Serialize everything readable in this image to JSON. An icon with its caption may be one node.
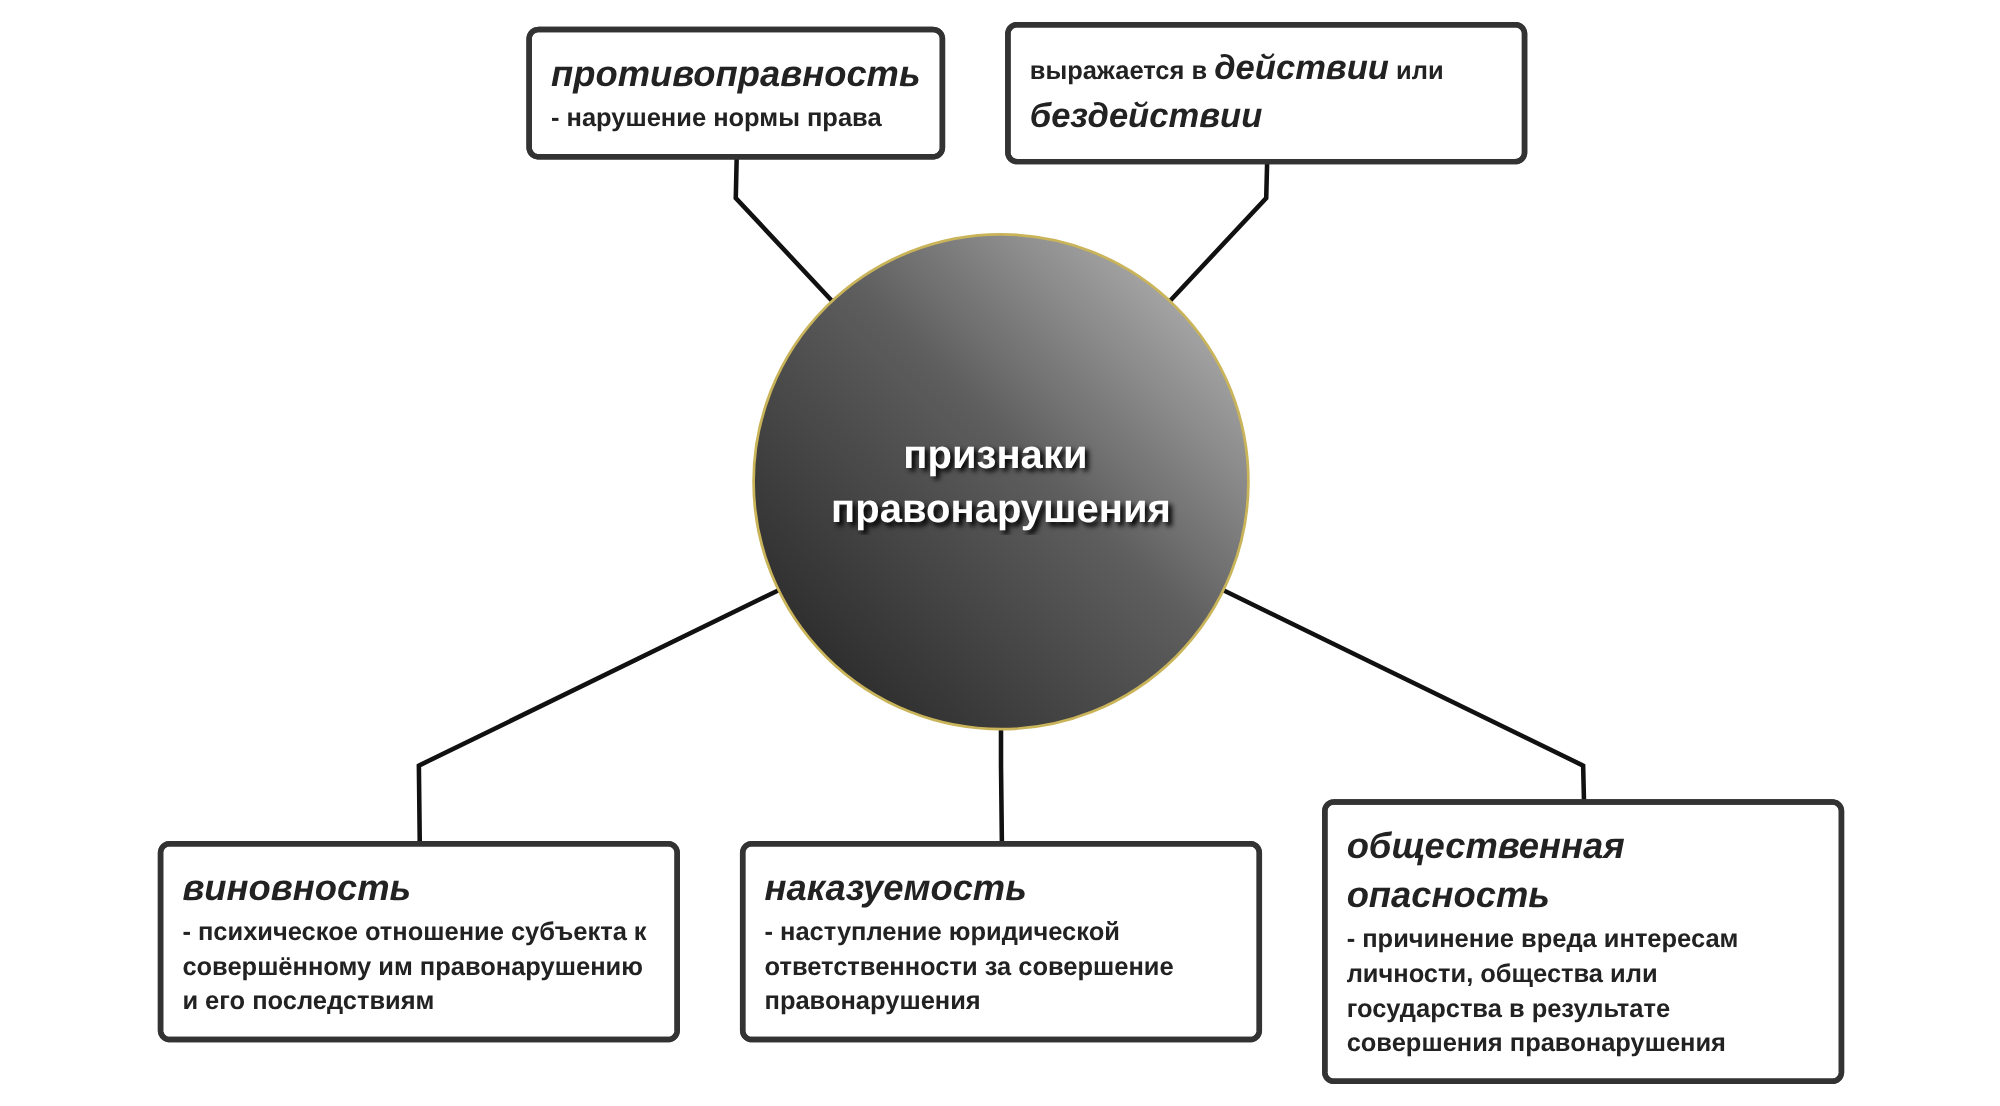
{
  "diagram": {
    "nodes": [
      {
        "text": [
          "противоправность",
          "- нарушение нормы права"
        ]
      },
      {
        "text": [
          "выражается в *действии* или *бездействии*"
        ]
      },
      {
        "text": [
          "признаки правонарушения"
        ]
      },
      {
        "text": [
          "виновность",
          "- психическое отношение субъекта к совершённому им правонарушению и его последствиям"
        ]
      },
      {
        "text": [
          "общественная опасность",
          "- причинение вреда интересам личности, общества или государства в результате совершения правонарушения"
        ]
      },
      {
        "text": [
          "наказуемость",
          "- наступление юридической ответственности за совершение правонарушения"
        ]
      }
    ],
    "edges": [
      {
        "from": 0,
        "to": 2,
        "arrow": "none"
      },
      {
        "from": 1,
        "to": 2,
        "arrow": "none"
      },
      {
        "from": 2,
        "to": 3,
        "arrow": "none"
      },
      {
        "from": 2,
        "to": 5,
        "arrow": "none"
      },
      {
        "from": 2,
        "to": 4,
        "arrow": "none"
      }
    ]
  }
}
